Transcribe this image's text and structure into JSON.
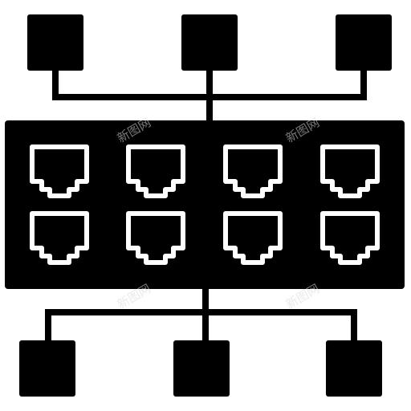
{
  "icon": {
    "semantic_name": "network-switch-icon",
    "fill_color": "#000000",
    "port_outline_color": "#ffffff",
    "top_devices": 3,
    "bottom_devices": 3,
    "port_rows": 2,
    "ports_per_row": 4
  },
  "watermark": {
    "text": "新图网"
  }
}
